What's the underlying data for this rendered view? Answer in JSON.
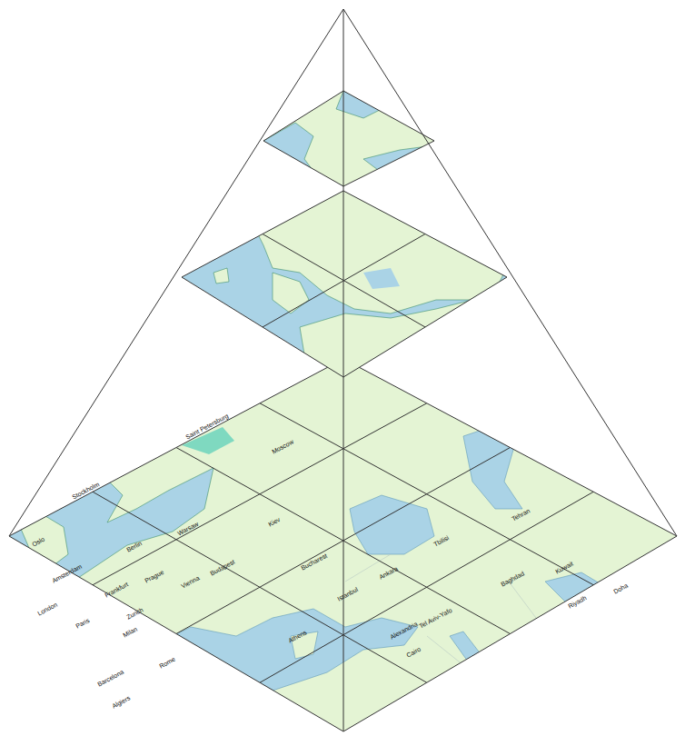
{
  "diagram": {
    "labels": [
      "Oslo",
      "Stockholm",
      "Saint Petersburg",
      "Moscow",
      "Amsterdam",
      "London",
      "Berlin",
      "Warsaw",
      "Paris",
      "Frankfurt",
      "Prague",
      "Vienna",
      "Budapest",
      "Zurich",
      "Milan",
      "Kiev",
      "Bucharest",
      "Rome",
      "Barcelona",
      "Algiers",
      "Athens",
      "Istanbul",
      "Ankara",
      "Tbilisi",
      "Tehran",
      "Baghdad",
      "Tel Aviv-Yafo",
      "Alexandria",
      "Cairo",
      "Kuwait",
      "Riyadh",
      "Doha"
    ]
  }
}
